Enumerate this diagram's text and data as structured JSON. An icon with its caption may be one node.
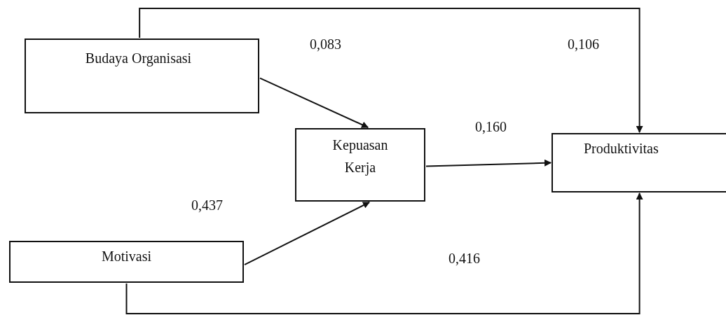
{
  "diagram": {
    "nodes": [
      {
        "text": [
          "Budaya Organisasi"
        ]
      },
      {
        "text": [
          "Kepuasan Kerja"
        ]
      },
      {
        "text": [
          "Motivasi"
        ]
      },
      {
        "text": [
          "Produktivitas"
        ]
      }
    ],
    "edges": [
      {
        "from": 0,
        "to": 3,
        "arrow": "to",
        "label": "0,106"
      },
      {
        "from": 0,
        "to": 1,
        "arrow": "to",
        "label": "0,083"
      },
      {
        "from": 1,
        "to": 3,
        "arrow": "to",
        "label": "0,160"
      },
      {
        "from": 2,
        "to": 1,
        "arrow": "to",
        "label": "0,437"
      },
      {
        "from": 2,
        "to": 3,
        "arrow": "to",
        "label": "0,416"
      }
    ]
  }
}
